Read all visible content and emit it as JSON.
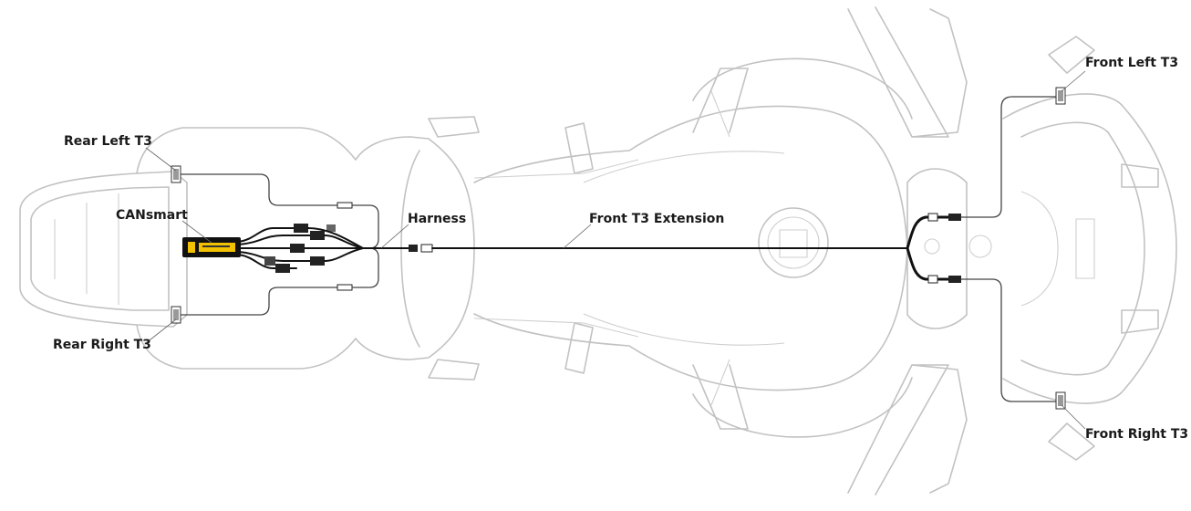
{
  "labels": {
    "rear_left_t3": "Rear Left T3",
    "rear_right_t3": "Rear Right T3",
    "cansmart": "CANsmart",
    "harness": "Harness",
    "front_t3_extension": "Front T3 Extension",
    "front_left_t3": "Front Left T3",
    "front_right_t3": "Front Right T3"
  },
  "colors": {
    "bike_outline": "#c2c2c2",
    "cable": "#111111",
    "cansmart_body": "#111111",
    "cansmart_label": "#f2c200"
  }
}
